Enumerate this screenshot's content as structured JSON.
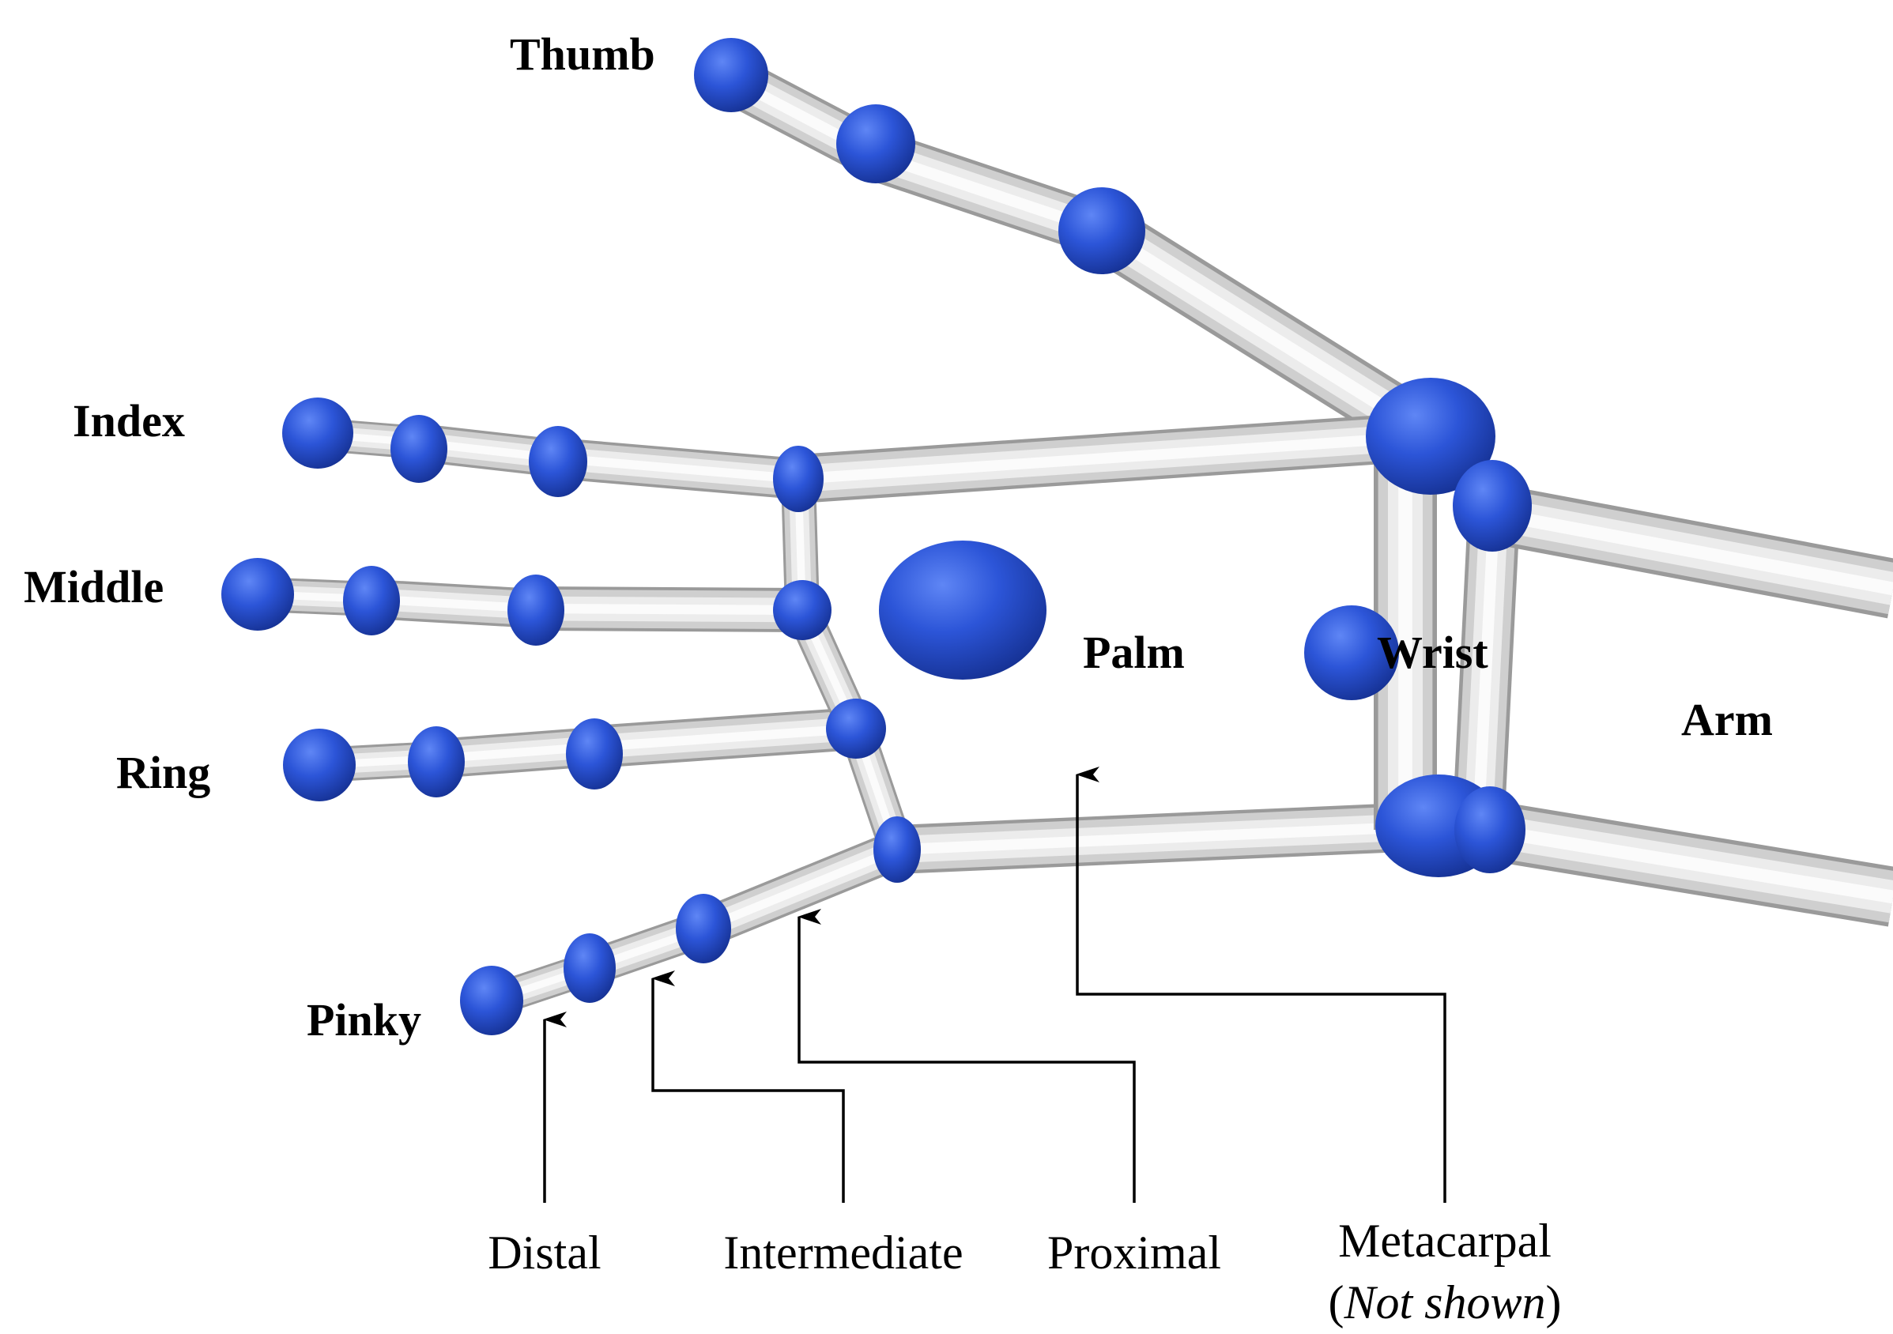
{
  "labels": {
    "thumb": "Thumb",
    "index": "Index",
    "middle": "Middle",
    "ring": "Ring",
    "pinky": "Pinky",
    "palm": "Palm",
    "wrist": "Wrist",
    "arm": "Arm"
  },
  "bone_types": {
    "distal": "Distal",
    "intermediate": "Intermediate",
    "proximal": "Proximal",
    "metacarpal": "Metacarpal",
    "metacarpal_note_open": "(",
    "metacarpal_note": "Not shown",
    "metacarpal_note_close": ")"
  },
  "colors": {
    "joint": "#2a52d6",
    "bone": "#d4d4d4",
    "text": "#000000"
  }
}
